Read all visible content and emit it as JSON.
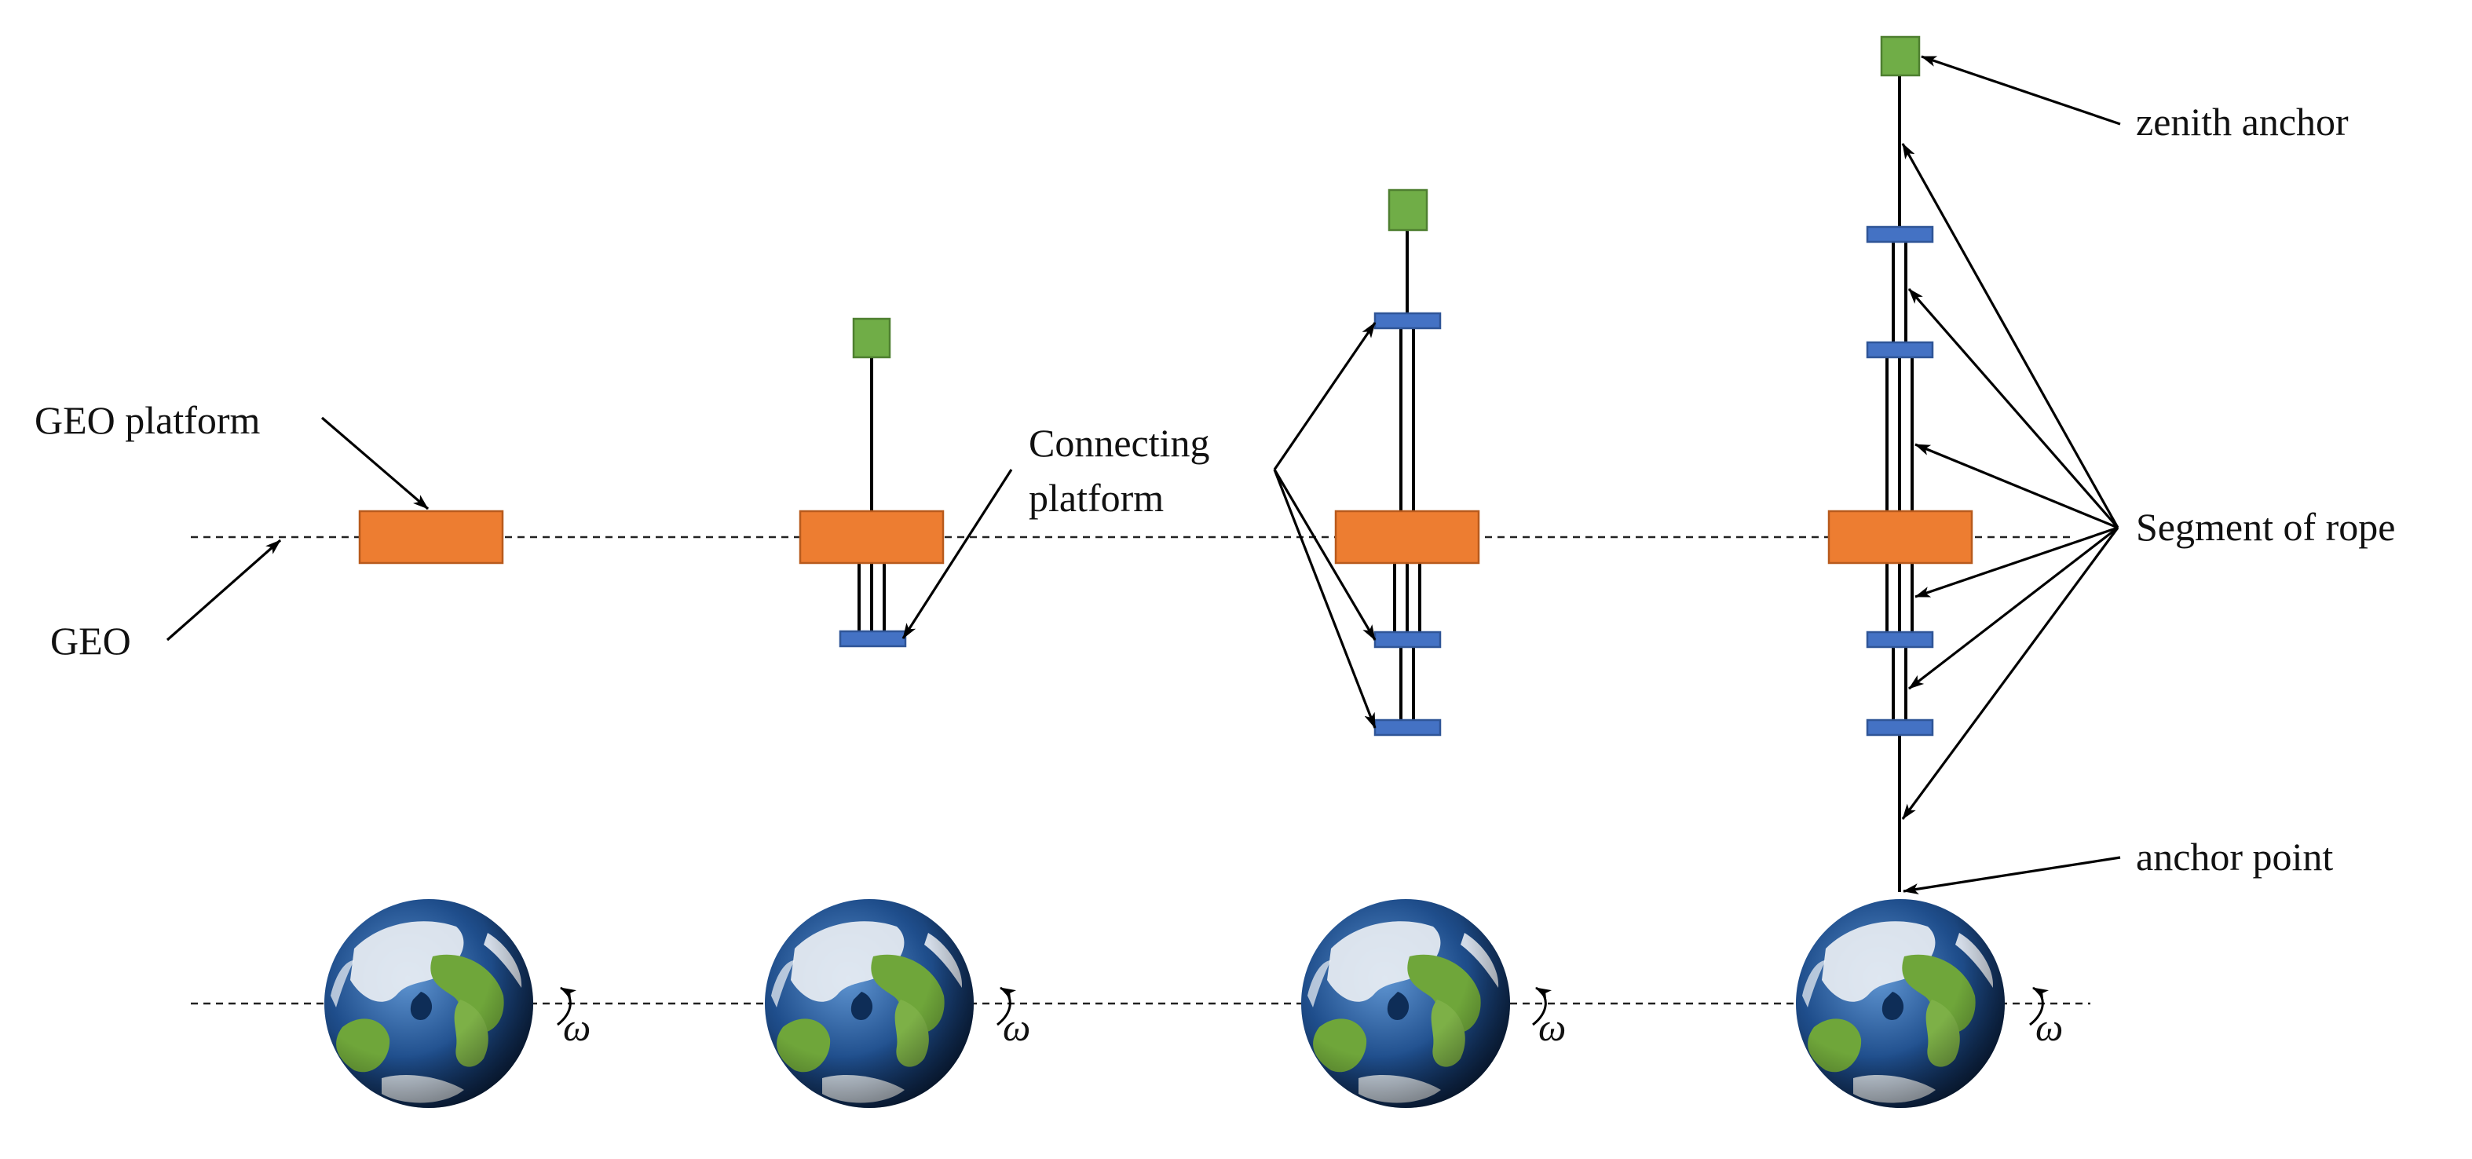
{
  "labels": {
    "geo_platform": "GEO platform",
    "geo": "GEO",
    "connecting_line1": "Connecting",
    "connecting_line2": "platform",
    "segment_of_rope": "Segment of rope",
    "zenith_anchor": "zenith anchor",
    "anchor_point": "anchor point",
    "omega": "ω"
  },
  "colors": {
    "geo_platform": "#ED7D31",
    "connecting_platform": "#4472C4",
    "zenith_anchor": "#70AD47",
    "earth_ocean": "#1F4E8C",
    "earth_land": "#6FA63A"
  },
  "icons": {
    "earth": "earth-icon",
    "rotation": "rotation-arrow-icon"
  },
  "stages": [
    {
      "name": "stage-1",
      "connecting_platforms_above": 0,
      "connecting_platforms_below": 0,
      "has_zenith_anchor": false,
      "has_anchor_point": false
    },
    {
      "name": "stage-2",
      "connecting_platforms_above": 0,
      "connecting_platforms_below": 1,
      "has_zenith_anchor": true,
      "has_anchor_point": false
    },
    {
      "name": "stage-3",
      "connecting_platforms_above": 1,
      "connecting_platforms_below": 2,
      "has_zenith_anchor": true,
      "has_anchor_point": false
    },
    {
      "name": "stage-4",
      "connecting_platforms_above": 2,
      "connecting_platforms_below": 2,
      "has_zenith_anchor": true,
      "has_anchor_point": true
    }
  ]
}
